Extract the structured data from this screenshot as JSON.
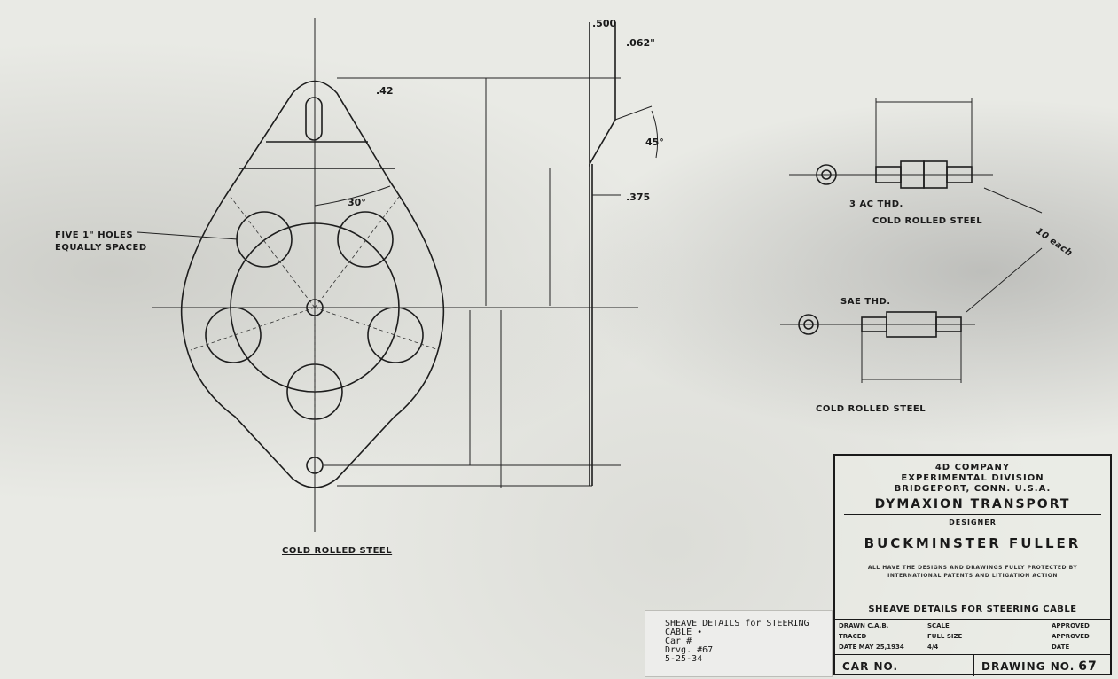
{
  "drawing_labels": {
    "holes_line1": "FIVE 1\" HOLES",
    "holes_line2": "EQUALLY SPACED",
    "material_main": "COLD ROLLED STEEL",
    "material_upper_right": "COLD ROLLED STEEL",
    "material_lower_right": "COLD ROLLED STEEL",
    "quantity_note": "10 each",
    "thread_upper": "3 AC THD.",
    "thread_lower": "SAE THD."
  },
  "dimensions": {
    "angle_30": "30°",
    "angle_45": "45°",
    "thick_062": ".062\"",
    "thick_375": ".375",
    "dim_42": ".42",
    "dim_small": ".500"
  },
  "title_block": {
    "company_line1": "4D COMPANY",
    "company_line2": "EXPERIMENTAL DIVISION",
    "company_line3": "BRIDGEPORT, CONN. U.S.A.",
    "project": "DYMAXION TRANSPORT",
    "designer_label": "DESIGNER",
    "designer": "BUCKMINSTER FULLER",
    "notice": "ALL HAVE THE DESIGNS AND DRAWINGS FULLY PROTECTED BY INTERNATIONAL PATENTS AND LITIGATION ACTION",
    "subject": "SHEAVE DETAILS FOR STEERING CABLE",
    "drawn": "DRAWN C.A.B.",
    "traced": "TRACED",
    "date": "DATE MAY 25,1934",
    "scale_label": "SCALE",
    "scale_value": "FULL SIZE",
    "scale_extra": "4/4",
    "approved": "APPROVED",
    "approved2": "APPROVED",
    "date2": "DATE",
    "car_no": "CAR NO.",
    "drawing_no_label": "DRAWING NO.",
    "drawing_no": "67"
  },
  "card": {
    "line1": "SHEAVE DETAILS for STEERING",
    "line2": "CABLE •",
    "line3": "Car #",
    "line4": "Drvg. #67",
    "line5": "5-25-34"
  }
}
